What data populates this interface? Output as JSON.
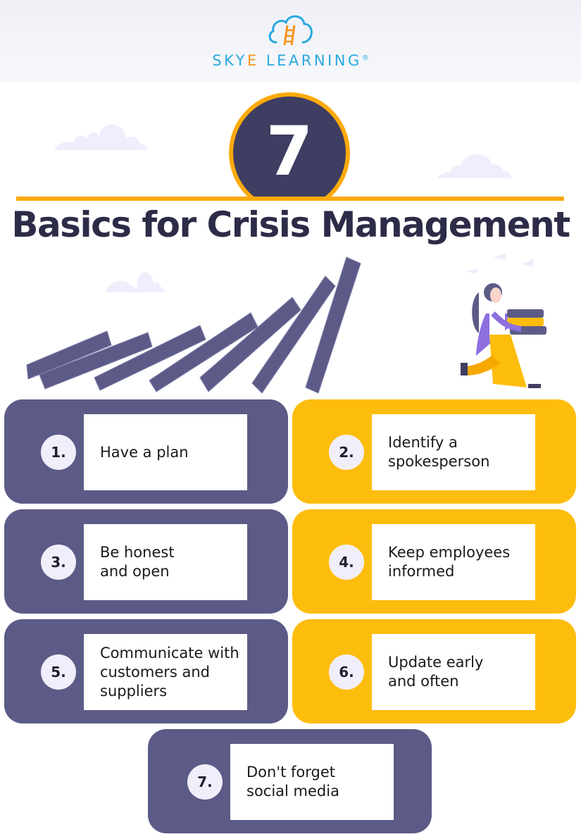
{
  "brand": {
    "name_part1": "SKY",
    "name_part2": "E",
    "name_part3": " LEARNING",
    "registered_mark": "®",
    "colors": {
      "blue": "#29a8df",
      "orange": "#f7941d"
    }
  },
  "hero": {
    "number": "7",
    "title": "Basics for Crisis Management",
    "colors": {
      "circle": "#3e3d62",
      "accent": "#fbaa0a",
      "title": "#2d2c48"
    }
  },
  "items": [
    {
      "number": "1.",
      "text": "Have a plan",
      "color": "purple"
    },
    {
      "number": "2.",
      "text": "Identify a spokesperson",
      "color": "yellow"
    },
    {
      "number": "3.",
      "text": "Be honest and open",
      "color": "purple"
    },
    {
      "number": "4.",
      "text": "Keep employees informed",
      "color": "yellow"
    },
    {
      "number": "5.",
      "text": "Communicate with customers and suppliers",
      "color": "purple"
    },
    {
      "number": "6.",
      "text": "Update early and often",
      "color": "yellow"
    },
    {
      "number": "7.",
      "text": "Don't forget social media",
      "color": "purple"
    }
  ],
  "palette": {
    "purple": "#5c5b87",
    "yellow": "#fdbd0d",
    "badge": "#f1eefb",
    "cloud": "#f0eefc"
  }
}
